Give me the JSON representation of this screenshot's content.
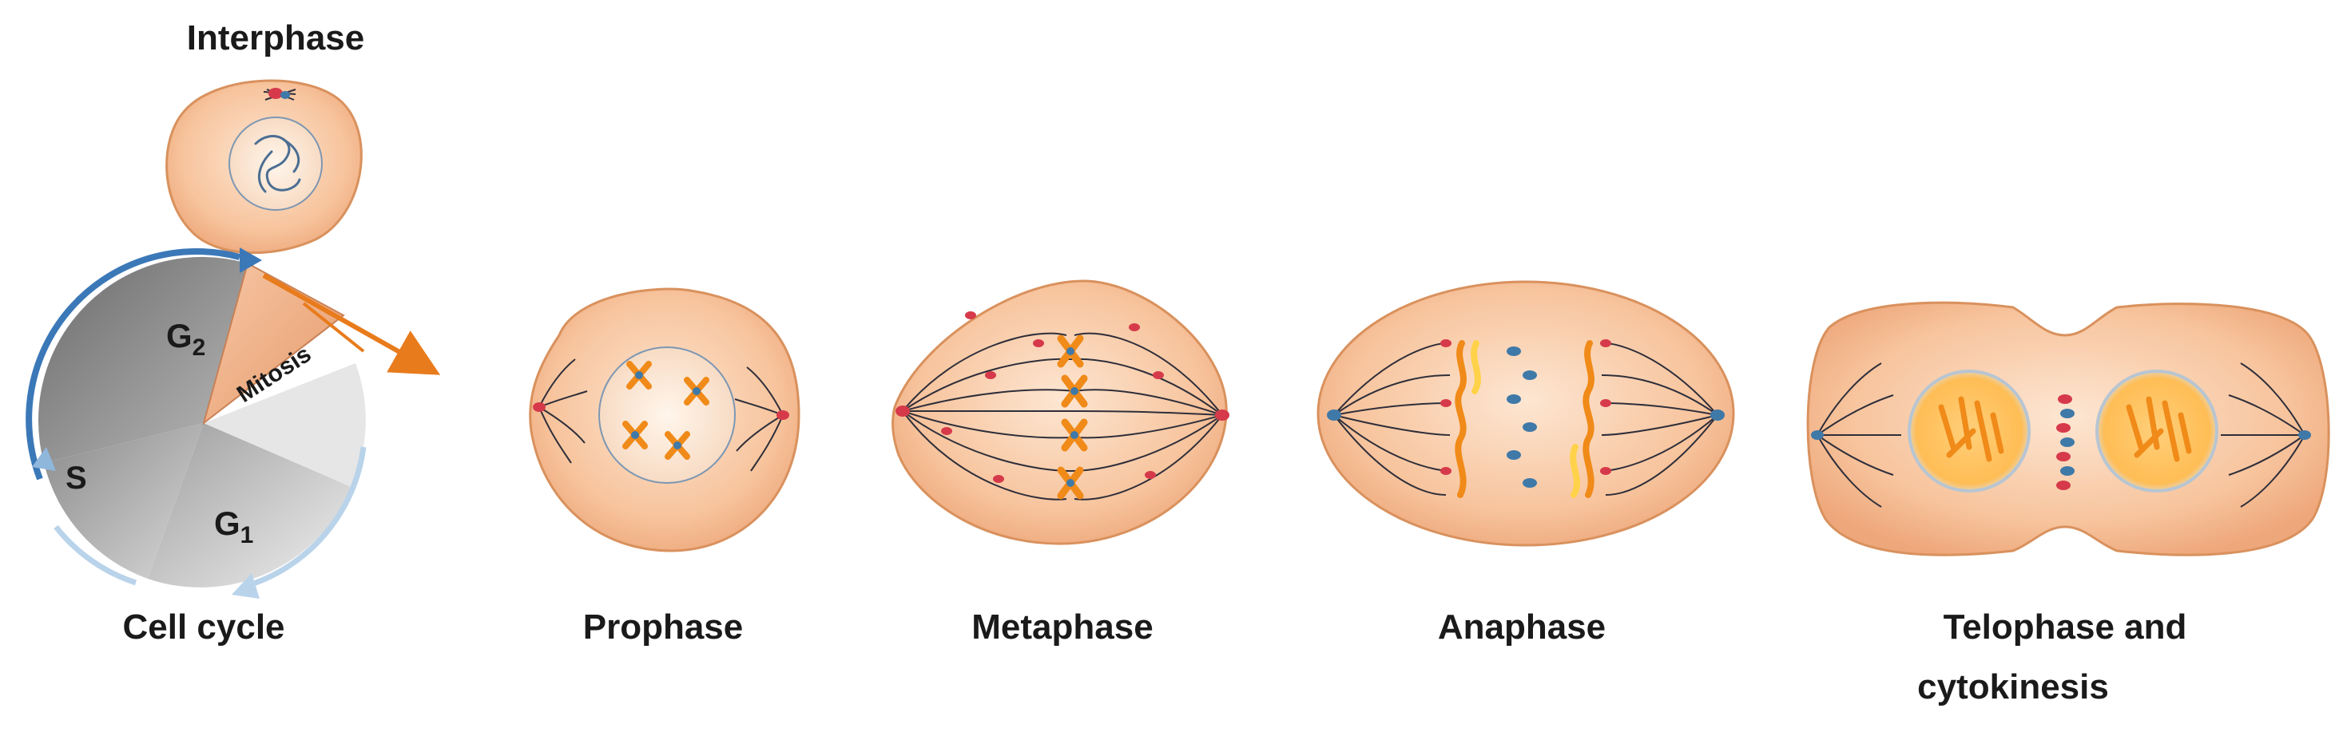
{
  "labels": {
    "interphase": "Interphase",
    "cell_cycle": "Cell cycle",
    "prophase": "Prophase",
    "metaphase": "Metaphase",
    "anaphase": "Anaphase",
    "telophase_line1": "Telophase and",
    "telophase_line2": "cytokinesis"
  },
  "cycle": {
    "g2_letter": "G",
    "g2_sub": "2",
    "g1_letter": "G",
    "g1_sub": "1",
    "s": "S",
    "mitosis": "Mitosis"
  },
  "colors": {
    "cell_fill": "#f4b98c",
    "cell_stroke": "#d9915d",
    "nucleus_fill": "#fde7d4",
    "spindle": "#2e2e3a",
    "chromosome_orange": "#f08a18",
    "chromosome_yellow": "#ffd24a",
    "centromere_blue": "#3f79a8",
    "centrosome_red": "#d63a4a",
    "arrow_orange": "#e87b1c",
    "arrow_blue": "#3b78b8"
  }
}
